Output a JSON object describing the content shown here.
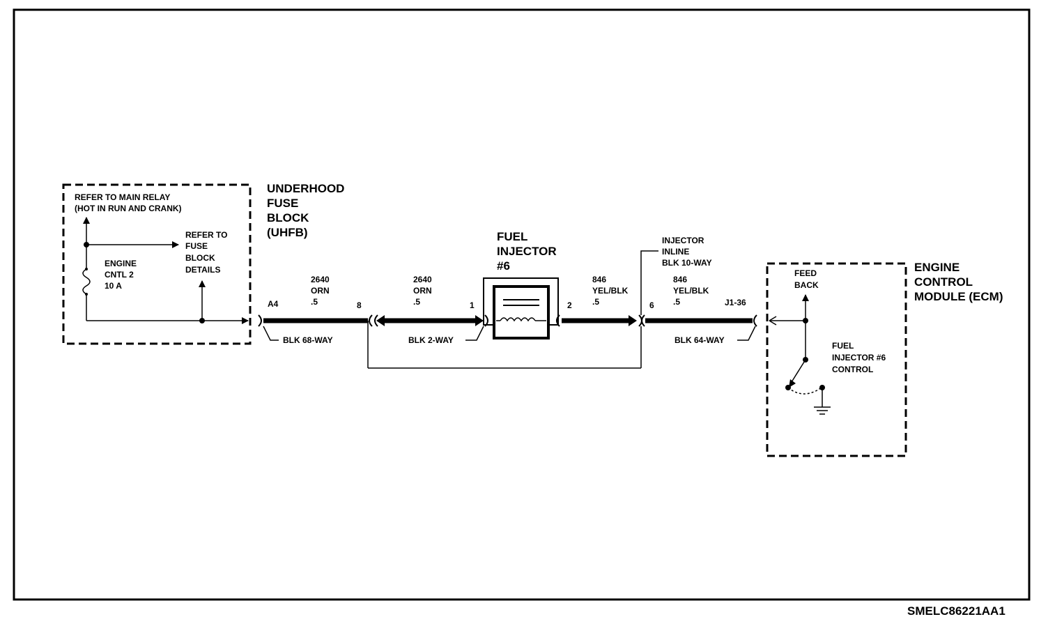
{
  "fuse_box": {
    "refer_main_relay": [
      "REFER TO MAIN RELAY",
      "(HOT IN RUN AND CRANK)"
    ],
    "fuse_label": [
      "ENGINE",
      "CNTL 2",
      "10 A"
    ],
    "refer_fuse_block": [
      "REFER TO",
      "FUSE",
      "BLOCK",
      "DETAILS"
    ]
  },
  "uhfb_label": [
    "UNDERHOOD",
    "FUSE",
    "BLOCK",
    "(UHFB)"
  ],
  "connectors": {
    "c68_pin_left": "A4",
    "c68_pin_right": "8",
    "c68_name": "BLK 68-WAY",
    "c2_pin_left": "1",
    "c2_pin_right": "2",
    "c2_name": "BLK 2-WAY",
    "c10_pin": "6",
    "c10_name": [
      "INJECTOR",
      "INLINE",
      "BLK 10-WAY"
    ],
    "c64_pin": "J1-36",
    "c64_name": "BLK 64-WAY"
  },
  "wires": {
    "w1": [
      "2640",
      "ORN",
      ".5"
    ],
    "w2": [
      "2640",
      "ORN",
      ".5"
    ],
    "w3": [
      "846",
      "YEL/BLK",
      ".5"
    ],
    "w4": [
      "846",
      "YEL/BLK",
      ".5"
    ]
  },
  "injector_label": [
    "FUEL",
    "INJECTOR",
    "#6"
  ],
  "ecm_label": [
    "ENGINE",
    "CONTROL",
    "MODULE (ECM)"
  ],
  "ecm": {
    "feedback": [
      "FEED",
      "BACK"
    ],
    "control": [
      "FUEL",
      "INJECTOR #6",
      "CONTROL"
    ]
  },
  "diagram_id": "SMELC86221AA1"
}
